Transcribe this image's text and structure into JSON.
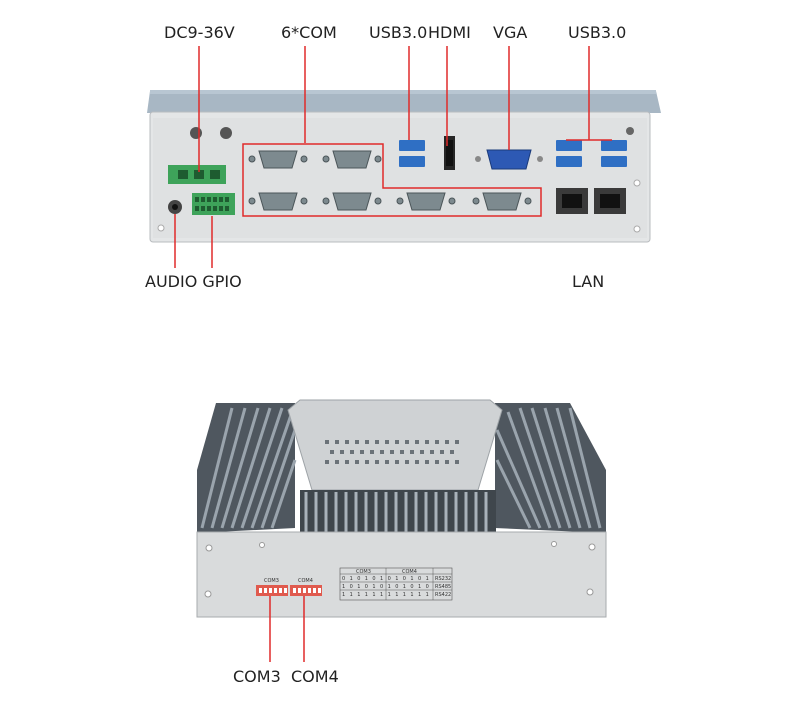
{
  "top_view": {
    "labels": {
      "dc": "DC9-36V",
      "com": "6*COM",
      "usb_left": "USB3.0",
      "hdmi": "HDMI",
      "vga": "VGA",
      "usb_right": "USB3.0",
      "audio_gpio": "AUDIO GPIO",
      "lan": "LAN"
    }
  },
  "bottom_view": {
    "labels": {
      "com3": "COM3",
      "com4": "COM4"
    },
    "dip_table": {
      "headers": [
        "COM3",
        "COM4"
      ],
      "rows": [
        {
          "bits": [
            "0",
            "1",
            "0",
            "1",
            "0",
            "1",
            "0",
            "1",
            "0",
            "1",
            "0",
            "1"
          ],
          "mode": "RS232"
        },
        {
          "bits": [
            "1",
            "0",
            "1",
            "0",
            "1",
            "0",
            "1",
            "0",
            "1",
            "0",
            "1",
            "0"
          ],
          "mode": "RS485"
        },
        {
          "bits": [
            "1",
            "1",
            "1",
            "1",
            "1",
            "1",
            "1",
            "1",
            "1",
            "1",
            "1",
            "1"
          ],
          "mode": "RS422"
        }
      ]
    },
    "switch_group_labels": [
      "COM3",
      "COM4"
    ]
  },
  "colors": {
    "callout": "#e02a2a",
    "chassis": "#c9ccce",
    "heatsink": "#5e656c"
  }
}
